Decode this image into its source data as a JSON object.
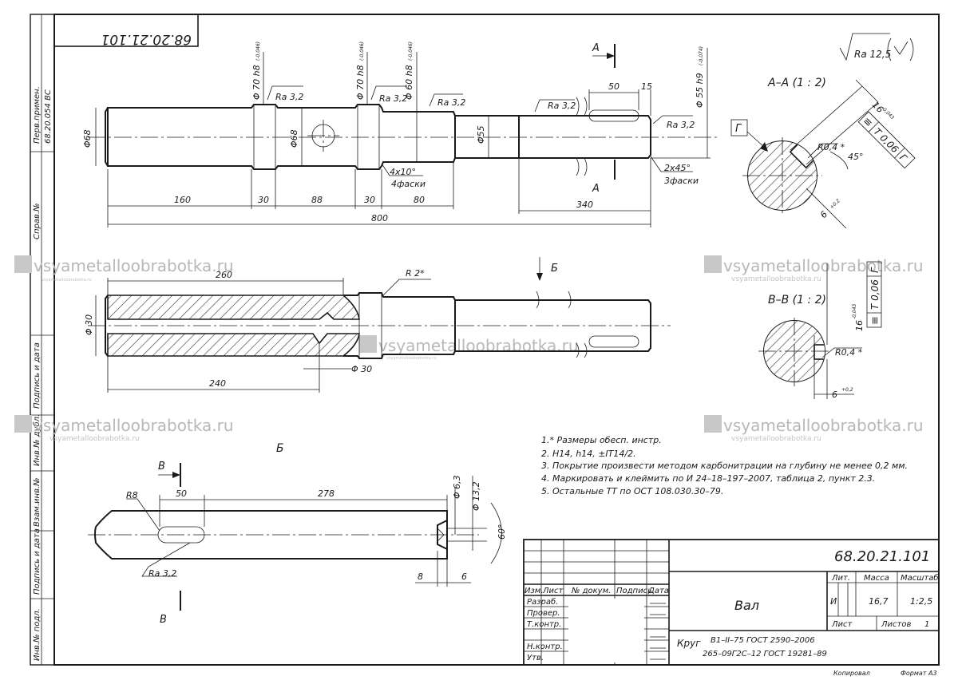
{
  "stamp_rotated": "68.20.21.101",
  "side_labels": {
    "perv_primen": "Перв.примен.",
    "perv_primen_value": "68.20.054 ВС",
    "sprav_no": "Справ.№",
    "podpis_data_1": "Подпись и дата",
    "inv_dubl": "Инв.№ дубл.",
    "vzam_inv": "Взам.инв.№",
    "podpis_data_2": "Подпись и дата",
    "inv_podl": "Инв.№ подл."
  },
  "watermark": {
    "big": "vsyametalloobrabotka.ru",
    "small": "vsyametalloobrabotka.ru",
    "tiny": "vsyametalloobrabotka.ru"
  },
  "view1": {
    "dims": {
      "d68": "Φ68",
      "d70h8_a": "Φ 70 h8",
      "d70h8_a_tol": "(-0,046)",
      "d68_mid": "Φ68",
      "d70h8_b": "Φ 70 h8",
      "d70h8_b_tol": "(-0,046)",
      "d60h8": "Φ 60 h8",
      "d60h8_tol": "(-0,046)",
      "d55": "Φ55",
      "d55h9": "Φ 55 h9",
      "d55h9_tol": "(-0,074)",
      "len160": "160",
      "len30a": "30",
      "len88": "88",
      "len30b": "30",
      "len80": "80",
      "len340": "340",
      "len800": "800",
      "len50": "50",
      "len15": "15",
      "chamfer_a": "4x10°",
      "chamfer_a_note": "4фаски",
      "chamfer_b": "2x45°",
      "chamfer_b_note": "3фаски"
    },
    "ra": [
      "Ra 3,2",
      "Ra 3,2",
      "Ra 3,2",
      "Ra 3,2",
      "Ra 3,2"
    ],
    "section_a_label": "A",
    "section_a_label_bottom": "A"
  },
  "roughness_general": "Ra 12,5",
  "section_aa": {
    "title": "A–A (1 : 2)",
    "datum": "Г",
    "r": "R0,4 *",
    "angle": "45°",
    "keyway": "16",
    "keyway_tol": "-0,043",
    "depth": "6",
    "depth_tol": "+0,2",
    "frame_sym": "≡",
    "frame_tol": "T 0,06",
    "frame_datum": "Г"
  },
  "view2": {
    "r2": "R 2*",
    "len260": "260",
    "len240": "240",
    "d30": "Φ 30",
    "d30_b": "Φ 30",
    "arrow_b": "Б"
  },
  "section_bb": {
    "title": "B–B (1 : 2)",
    "r": "R0,4 *",
    "keyway": "16",
    "keyway_tol": "-0,043",
    "depth": "6",
    "depth_tol": "+0,2",
    "frame_sym": "≡",
    "frame_tol": "T 0,06",
    "frame_datum": "Г"
  },
  "view3": {
    "title": "Б",
    "cut_label_top": "B",
    "cut_label_bottom": "B",
    "r8": "R8",
    "len50": "50",
    "len278": "278",
    "d63": "Φ 6,3",
    "d132": "Φ 13,2",
    "angle60": "60°",
    "len8": "8",
    "len6": "6",
    "ra": "Ra 3,2"
  },
  "notes": [
    "1.* Размеры обесп. инстр.",
    "2. H14, h14, ±IT14/2.",
    "3. Покрытие произвести методом карбонитрации на глубину не менее 0,2 мм.",
    "4. Маркировать и клеймить по И 24–18–197–2007, таблица 2, пункт 2.3.",
    "5. Остальные ТТ по ОСТ 108.030.30–79."
  ],
  "title_block": {
    "designation": "68.20.21.101",
    "name": "Вал",
    "material_prefix": "Круг",
    "material_line1": "В1–II–75 ГОСТ 2590–2006",
    "material_line2": "265–09Г2С–12 ГОСТ 19281–89",
    "col_izm": "Изм.",
    "col_list": "Лист",
    "col_doc": "№ докум.",
    "col_sign": "Подпись",
    "col_date": "Дата",
    "row_razrab": "Разраб.",
    "row_prover": "Провер.",
    "row_tkontr": "Т.контр.",
    "row_nkontr": "Н.контр.",
    "row_utv": "Утв.",
    "lit_label": "Лит.",
    "mass_label": "Масса",
    "scale_label": "Масштаб",
    "lit_value": "И",
    "mass_value": "16,7",
    "scale_value": "1:2,5",
    "sheet_label": "Лист",
    "sheets_label": "Листов",
    "sheets_value": "1",
    "copied": "Копировал",
    "format": "Формат А3"
  }
}
